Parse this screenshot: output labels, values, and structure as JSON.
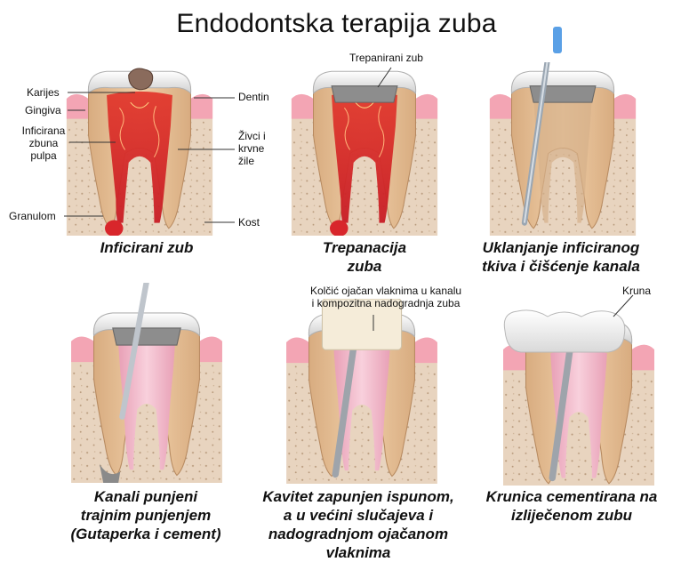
{
  "title": "Endodontska terapija zuba",
  "labels": {
    "karijes": "Karijes",
    "gingiva": "Gingiva",
    "inficirana": "Inficirana\nzbuna\npulpa",
    "granulom": "Granulom",
    "dentin": "Dentin",
    "zivci": "Živci i\nkrvne\nžile",
    "kost": "Kost",
    "trepanirani": "Trepanirani zub",
    "kolcic": "Kolčić ojačan vlaknima u kanalu\ni kompozitna nadogradnja zuba",
    "kruna": "Kruna"
  },
  "captions": {
    "c1": "Inficirani zub",
    "c2": "Trepanacija\nzuba",
    "c3": "Uklanjanje inficiranog\ntkiva i čišćenje kanala",
    "c4": "Kanali punjeni\ntrajnim punjenjem\n(Gutaperka i  cement)",
    "c5": "Kavitet zapunjen ispunom,\na u većini slučajeva i\nnadogradnjom ojačanom\nvlaknima",
    "c6": "Krunica cementirana na\nizliječenom zubu"
  },
  "colors": {
    "bone": "#e7d3bd",
    "gum": "#f3a5b4",
    "dentin": "#e3bd94",
    "enamel": "#f2f2f2",
    "infection": "#d8262b",
    "filling": "#f2b8c8",
    "instrument": "#9aa6b2",
    "instrumentHandle": "#5aa0e6"
  }
}
